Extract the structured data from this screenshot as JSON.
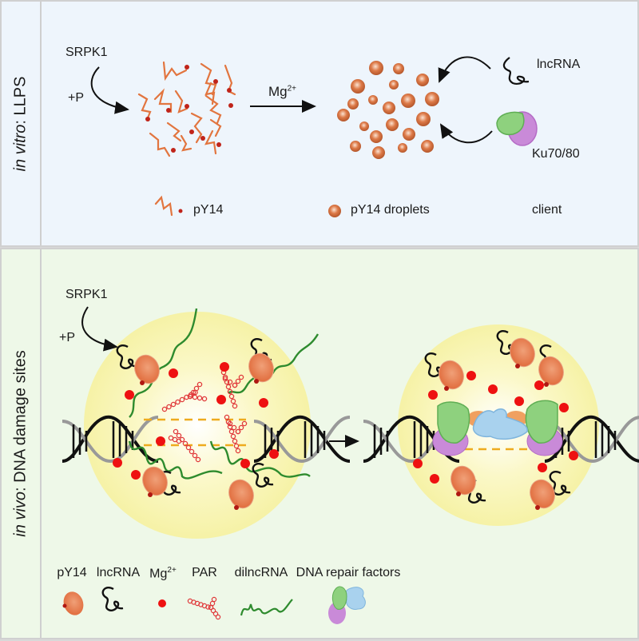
{
  "top_panel": {
    "side_label_italic": "in vitro",
    "side_label_rest": ": LLPS",
    "kinase": "SRPK1",
    "phospho": "+P",
    "arrow_label_base": "Mg",
    "arrow_label_sup": "2+",
    "client_1": "lncRNA",
    "client_2": "Ku70/80",
    "legend": {
      "pY14": "pY14",
      "droplets": "pY14 droplets",
      "client": "client"
    }
  },
  "bottom_panel": {
    "side_label_italic": "in vivo",
    "side_label_rest": ": DNA damage sites",
    "kinase": "SRPK1",
    "phospho": "+P",
    "legend": [
      {
        "label": "pY14"
      },
      {
        "label": "lncRNA"
      },
      {
        "label_base": "Mg",
        "label_sup": "2+"
      },
      {
        "label": "PAR"
      },
      {
        "label": "dilncRNA"
      },
      {
        "label": "DNA repair factors"
      }
    ]
  },
  "colors": {
    "top_bg": "#eef5fc",
    "bottom_bg": "#eef8e8",
    "pY14": "#e2753f",
    "mg": "#ee1111",
    "dilncRNA": "#2e8b2e",
    "ku70": "#8ed17e",
    "ku80": "#c98ad8",
    "repair": "#a9d2ee",
    "nucleus_glow": "#fbf7b8"
  }
}
